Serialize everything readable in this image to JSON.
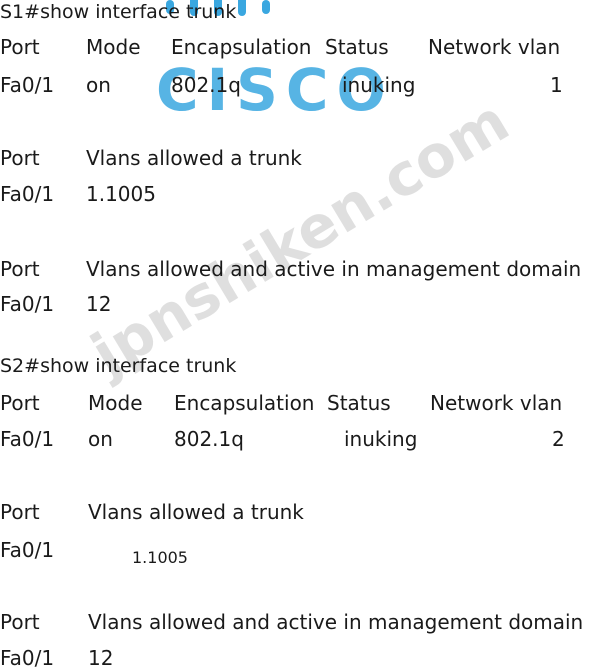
{
  "logo": {
    "text": "CISCO",
    "color": "#3aa7e0"
  },
  "watermark": {
    "text": "jpnshiken.com"
  },
  "s1": {
    "command": "S1#show interface trunk",
    "header": [
      "Port",
      "Mode",
      "Encapsulation",
      "Status",
      "Network vlan"
    ],
    "row": [
      "Fa0/1",
      "on",
      "802.1q",
      "inuking",
      "1"
    ],
    "allowed_header": [
      "Port",
      "Vlans allowed a trunk"
    ],
    "allowed_row": [
      "Fa0/1",
      "1.1005"
    ],
    "active_header": [
      "Port",
      "Vlans allowed and active in management domain"
    ],
    "active_row": [
      "Fa0/1",
      "12"
    ]
  },
  "s2": {
    "command": "S2#show interface trunk",
    "header": [
      "Port",
      "Mode",
      "Encapsulation",
      "Status",
      "Network vlan"
    ],
    "row": [
      "Fa0/1",
      "on",
      "802.1q",
      "inuking",
      "2"
    ],
    "allowed_header": [
      "Port",
      "Vlans allowed a trunk"
    ],
    "allowed_row": [
      "Fa0/1",
      "1.1005"
    ],
    "active_header": [
      "Port",
      "Vlans allowed and active in management domain"
    ],
    "active_row": [
      "Fa0/1",
      "12"
    ]
  }
}
